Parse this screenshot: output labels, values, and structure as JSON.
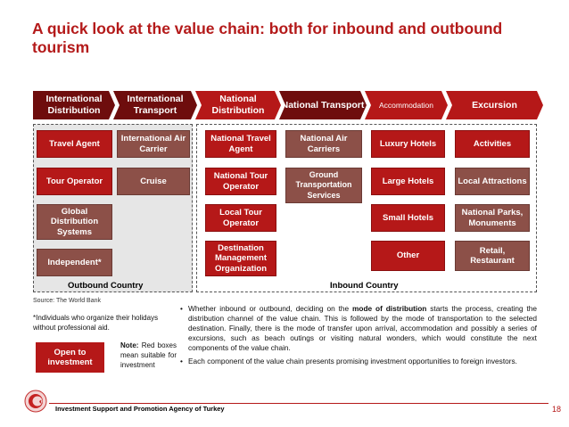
{
  "title": "A quick look at the value chain: both for inbound and outbound tourism",
  "chain": [
    {
      "label": "International Distribution"
    },
    {
      "label": "International Transport"
    },
    {
      "label": "National Distribution"
    },
    {
      "label": "National Transport"
    },
    {
      "label": "Accommodation"
    },
    {
      "label": "Excursion"
    }
  ],
  "boxes": {
    "travel_agent": "Travel Agent",
    "tour_operator": "Tour Operator",
    "gds": "Global Distribution Systems",
    "independent": "Independent*",
    "intl_air_carrier": "International Air Carrier",
    "cruise": "Cruise",
    "national_travel_agent": "National Travel Agent",
    "national_tour_operator": "National Tour Operator",
    "local_tour_operator": "Local Tour Operator",
    "dmo": "Destination Management Organization",
    "national_air_carriers": "National Air Carriers",
    "ground_transport": "Ground Transportation Services",
    "luxury_hotels": "Luxury Hotels",
    "large_hotels": "Large Hotels",
    "small_hotels": "Small Hotels",
    "other": "Other",
    "activities": "Activities",
    "local_attractions": "Local Attractions",
    "parks": "National Parks, Monuments",
    "retail": "Retail, Restaurant"
  },
  "regions": {
    "outbound": "Outbound Country",
    "inbound": "Inbound Country"
  },
  "source": "Source: The World Bank",
  "footnote": "*Individuals who organize their holidays without professional aid.",
  "open_box": "Open to investment",
  "note": {
    "lead": "Note:",
    "text": "Red boxes mean suitable for investment"
  },
  "bullets": [
    {
      "pre": "Whether inbound or outbound, deciding on the ",
      "bold": "mode of distribution",
      "post": " starts the process, creating the distribution channel of the value chain. This is followed by the mode of transportation to the selected destination. Finally, there is the mode of transfer upon arrival, accommodation and possibly a series of excursions, such as beach outings or visiting natural wonders, which would constitute the next components of the value chain."
    },
    {
      "pre": "Each component of the value chain presents promising investment opportunities to foreign investors.",
      "bold": "",
      "post": ""
    }
  ],
  "footer": "Investment Support and Promotion Agency of Turkey",
  "page_number": "18",
  "colors": {
    "red": "#b51818",
    "dark_red": "#6e0d0d",
    "brown": "#8c5048",
    "gray_region": "#e6e6e6"
  }
}
